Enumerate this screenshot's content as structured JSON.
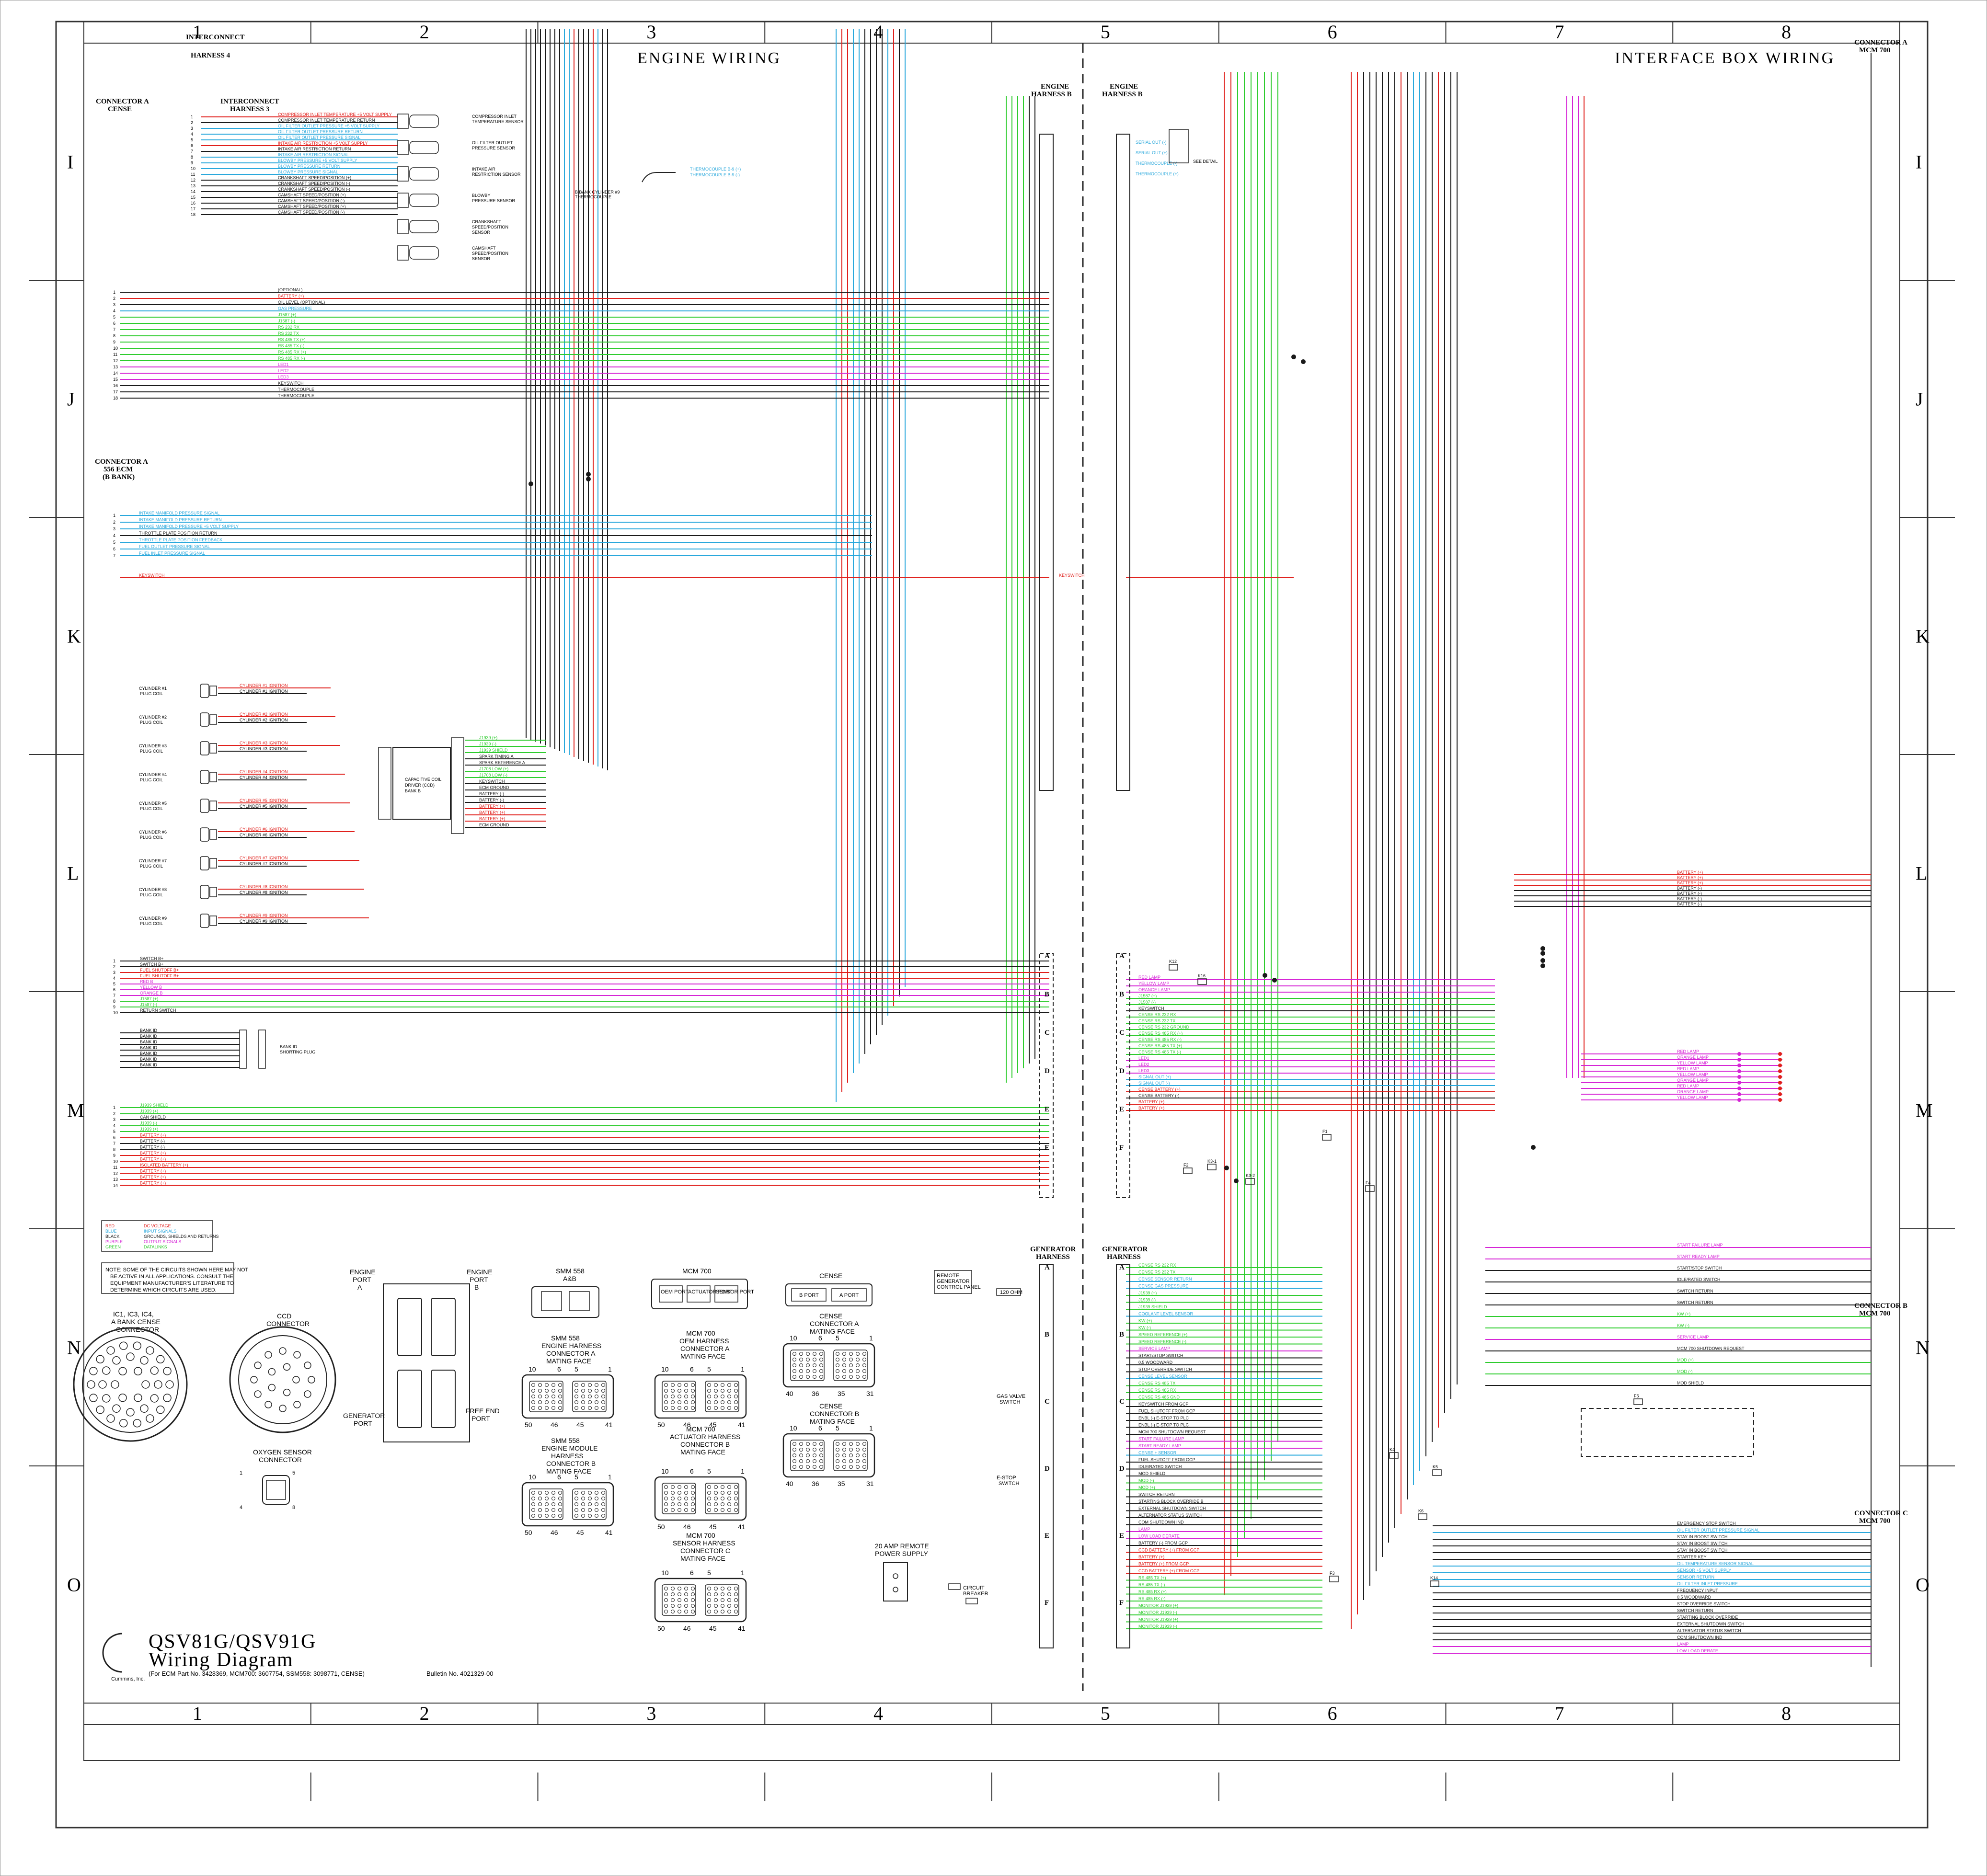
{
  "colors": {
    "red": "#e0201c",
    "blue": "#2aa8dc",
    "black": "#1a1a1a",
    "purple": "#d625d6",
    "green": "#2ecc2e",
    "frame": "#333333"
  },
  "zones": {
    "columns": [
      "1",
      "2",
      "3",
      "4",
      "5",
      "6",
      "7",
      "8"
    ],
    "rows": [
      "I",
      "J",
      "K",
      "L",
      "M",
      "N",
      "O"
    ]
  },
  "headings": {
    "engine": "ENGINE  WIRING",
    "interface": "INTERFACE BOX WIRING"
  },
  "connectors": {
    "interconnect_4_a": "INTERCONNECT",
    "interconnect_4_b": "HARNESS 4",
    "conn_a_cense": [
      "CONNECTOR A",
      "CENSE"
    ],
    "interconnect_3": [
      "INTERCONNECT",
      "HARNESS 3"
    ],
    "conn_a_556": [
      "CONNECTOR A",
      "556 ECM",
      "(B BANK)"
    ],
    "engine_harness_b_left": [
      "ENGINE",
      "HARNESS B"
    ],
    "engine_harness_b_right": [
      "ENGINE",
      "HARNESS B"
    ],
    "generator_harness_left": [
      "GENERATOR",
      "HARNESS"
    ],
    "generator_harness_right": [
      "GENERATOR",
      "HARNESS"
    ],
    "conn_a_mcm": [
      "CONNECTOR A",
      "MCM 700"
    ],
    "conn_b_mcm": [
      "CONNECTOR B",
      "MCM 700"
    ],
    "conn_c_mcm": [
      "CONNECTOR C",
      "MCM 700"
    ]
  },
  "sensors": [
    [
      "COMPRESSOR INLET",
      "TEMPERATURE SENSOR"
    ],
    [
      "OIL FILTER OUTLET",
      "PRESSURE SENSOR"
    ],
    [
      "INTAKE AIR",
      "RESTRICTION SENSOR"
    ],
    [
      "BLOWBY",
      "PRESSURE SENSOR"
    ],
    [
      "CRANKSHAFT",
      "SPEED/POSITION",
      "SENSOR"
    ],
    [
      "CAMSHAFT",
      "SPEED/POSITION",
      "SENSOR"
    ]
  ],
  "thermocouple": [
    "B BANK CYLINDER #9",
    "THERMOCOUPLE"
  ],
  "signals_interconnect3": [
    "COMPRESSOR INLET TEMPERATURE +5 VOLT SUPPLY",
    "COMPRESSOR INLET TEMPERATURE RETURN",
    "OIL FILTER OUTLET PRESSURE +5 VOLT SUPPLY",
    "OIL FILTER OUTLET PRESSURE RETURN",
    "OIL FILTER OUTLET PRESSURE SIGNAL",
    "INTAKE AIR RESTRICTION +5 VOLT SUPPLY",
    "INTAKE AIR RESTRICTION RETURN",
    "INTAKE AIR RESTRICTION SIGNAL",
    "BLOWBY PRESSURE +5 VOLT SUPPLY",
    "BLOWBY PRESSURE RETURN",
    "BLOWBY PRESSURE SIGNAL",
    "CRANKSHAFT SPEED/POSITION (+)",
    "CRANKSHAFT SPEED/POSITION (-)",
    "CRANKSHAFT SPEED/POSITION (-)",
    "CAMSHAFT SPEED/POSITION (+)",
    "CAMSHAFT SPEED/POSITION (-)",
    "CAMSHAFT SPEED/POSITION (+)",
    "CAMSHAFT SPEED/POSITION (-)"
  ],
  "signals_j_block": [
    "(OPTIONAL)",
    "BATTERY (+)",
    "OIL LEVEL (OPTIONAL)",
    "GAS PRESSURE",
    "J1587 (+)",
    "J1587 (-)",
    "RS 232 RX",
    "RS 232 TX",
    "RS 485 TX (+)",
    "RS 485 TX (-)",
    "RS 485 RX (+)",
    "RS 485 RX (-)",
    "LED1",
    "LED2",
    "LED3",
    "KEYSWITCH",
    "THERMOCOUPLE",
    "THERMOCOUPLE"
  ],
  "signals_k_block": [
    "INTAKE MANIFOLD PRESSURE SIGNAL",
    "INTAKE MANIFOLD PRESSURE RETURN",
    "INTAKE MANIFOLD PRESSURE +5 VOLT SUPPLY",
    "THROTTLE PLATE POSITION RETURN",
    "THROTTLE PLATE POSITION FEEDBACK",
    "FUEL OUTLET PRESSURE SIGNAL",
    "FUEL INLET PRESSURE SIGNAL"
  ],
  "keyswitch": "KEYSWITCH",
  "ccd": {
    "title": [
      "CAPACITIVE COIL",
      "DRIVER (CCD)",
      "BANK B"
    ],
    "right_pins": [
      "J1939 (+)",
      "J1939 (-)",
      "J1939 SHIELD",
      "SPARK TIMING A",
      "SPARK REFERENCE A",
      "J1708 LOW (+)",
      "J1708 LOW (-)",
      "KEYSWITCH",
      "ECM GROUND",
      "BATTERY (-)",
      "BATTERY (-)",
      "BATTERY (+)",
      "BATTERY (+)",
      "BATTERY (+)",
      "ECM GROUND"
    ]
  },
  "coils": [
    {
      "name": [
        "CYLINDER #1",
        "PLUG COIL"
      ],
      "sig": [
        "CYLINDER #1 IGNITION",
        "CYLINDER #1 IGNITION"
      ]
    },
    {
      "name": [
        "CYLINDER #2",
        "PLUG COIL"
      ],
      "sig": [
        "CYLINDER #2 IGNITION",
        "CYLINDER #2 IGNITION"
      ]
    },
    {
      "name": [
        "CYLINDER #3",
        "PLUG COIL"
      ],
      "sig": [
        "CYLINDER #3 IGNITION",
        "CYLINDER #3 IGNITION"
      ]
    },
    {
      "name": [
        "CYLINDER #4",
        "PLUG COIL"
      ],
      "sig": [
        "CYLINDER #4 IGNITION",
        "CYLINDER #4 IGNITION"
      ]
    },
    {
      "name": [
        "CYLINDER #5",
        "PLUG COIL"
      ],
      "sig": [
        "CYLINDER #5 IGNITION",
        "CYLINDER #5 IGNITION"
      ]
    },
    {
      "name": [
        "CYLINDER #6",
        "PLUG COIL"
      ],
      "sig": [
        "CYLINDER #6 IGNITION",
        "CYLINDER #6 IGNITION"
      ]
    },
    {
      "name": [
        "CYLINDER #7",
        "PLUG COIL"
      ],
      "sig": [
        "CYLINDER #7 IGNITION",
        "CYLINDER #7 IGNITION"
      ]
    },
    {
      "name": [
        "CYLINDER #8",
        "PLUG COIL"
      ],
      "sig": [
        "CYLINDER #8 IGNITION",
        "CYLINDER #8 IGNITION"
      ]
    },
    {
      "name": [
        "CYLINDER #9",
        "PLUG COIL"
      ],
      "sig": [
        "CYLINDER #9 IGNITION",
        "CYLINDER #9 IGNITION"
      ]
    }
  ],
  "signals_m_block": [
    "SWITCH B+",
    "SWITCH B+",
    "FUEL SHUTOFF B+",
    "FUEL SHUTOFF B+",
    "RED B",
    "YELLOW B",
    "ORANGE B",
    "J1587 (+)",
    "J1587 (-)",
    "RETURN SWITCH"
  ],
  "bank_id": {
    "pins": [
      "BANK ID",
      "BANK ID",
      "BANK ID",
      "BANK ID",
      "BANK ID",
      "BANK ID",
      "BANK ID"
    ],
    "plug": [
      "BANK ID",
      "SHORTING PLUG"
    ]
  },
  "signals_m_lower": [
    "J1939 SHIELD",
    "J1939 (+)",
    "CAN SHIELD",
    "J1939 (-)",
    "J1939 (+)",
    "BATTERY (+)",
    "BATTERY (-)",
    "BATTERY (-)",
    "BATTERY (+)",
    "BATTERY (+)",
    "ISOLATED BATTERY (+)",
    "BATTERY (+)",
    "BATTERY (+)",
    "BATTERY (+)"
  ],
  "legend": [
    {
      "color": "RED",
      "text": "DC VOLTAGE"
    },
    {
      "color": "BLUE",
      "text": "INPUT SIGNALS"
    },
    {
      "color": "BLACK",
      "text": "GROUNDS, SHIELDS AND RETURNS"
    },
    {
      "color": "PURPLE",
      "text": "OUTPUT SIGNALS"
    },
    {
      "color": "GREEN",
      "text": "DATALINKS"
    }
  ],
  "note": [
    "NOTE: SOME OF THE CIRCUITS SHOWN HERE MAY NOT",
    "BE ACTIVE IN ALL APPLICATIONS. CONSULT THE",
    "EQUIPMENT MANUFACTURER'S LITERATURE TO",
    "DETERMINE WHICH CIRCUITS ARE USED."
  ],
  "faces": {
    "ic_connector": [
      "IC1, IC3, IC4,",
      "A BANK CENSE",
      "CONNECTOR"
    ],
    "ccd_connector": [
      "CCD",
      "CONNECTOR"
    ],
    "oxygen": [
      "OXYGEN SENSOR",
      "CONNECTOR"
    ],
    "engine_port_a": [
      "ENGINE",
      "PORT",
      "A"
    ],
    "engine_port_b": [
      "ENGINE",
      "PORT",
      "B"
    ],
    "generator_port": [
      "GENERATOR",
      "PORT"
    ],
    "free_end_port": [
      "FREE END",
      "PORT"
    ],
    "smm_title": [
      "SMM 558",
      "A&B"
    ],
    "smm_a": [
      "SMM 558",
      "ENGINE HARNESS",
      "CONNECTOR A",
      "MATING FACE"
    ],
    "smm_b": [
      "SMM 558",
      "ENGINE MODULE",
      "HARNESS",
      "CONNECTOR B",
      "MATING FACE"
    ],
    "mcm_title": "MCM 700",
    "mcm_ports": [
      "OEM PORT",
      "ACTUATOR PORT",
      "SENSOR PORT"
    ],
    "mcm_a": [
      "MCM 700",
      "OEM HARNESS",
      "CONNECTOR A",
      "MATING FACE"
    ],
    "mcm_b": [
      "MCM 700",
      "ACTUATOR HARNESS",
      "CONNECTOR B",
      "MATING FACE"
    ],
    "mcm_c": [
      "MCM 700",
      "SENSOR HARNESS",
      "CONNECTOR C",
      "MATING FACE"
    ],
    "cense_title": "CENSE",
    "cense_ports": [
      "B PORT",
      "A PORT"
    ],
    "cense_a": [
      "CENSE",
      "CONNECTOR A",
      "MATING FACE"
    ],
    "cense_b": [
      "CENSE",
      "CONNECTOR B",
      "MATING FACE"
    ],
    "pin_nums": {
      "tl": "10",
      "tm": "6",
      "tm2": "5",
      "tr": "1",
      "bl": "50",
      "bm": "46",
      "bm2": "45",
      "br": "41"
    },
    "cense_pins": {
      "tl": "10",
      "tm": "6",
      "tm2": "5",
      "tr": "1",
      "bl": "40",
      "bm": "36",
      "bm2": "35",
      "br": "31"
    },
    "mcm_c_pins": {
      "tl": "10",
      "tm": "6",
      "tm2": "5",
      "tr": "1",
      "bl": "50",
      "bm": "46",
      "bm2": "45",
      "br": "41"
    }
  },
  "misc": {
    "remote_supply": [
      "20 AMP REMOTE",
      "POWER SUPPLY"
    ],
    "circuit_breaker": [
      "CIRCUIT",
      "BREAKER"
    ],
    "gas_valve": [
      "GAS VALVE",
      "SWITCH"
    ],
    "e_stop": [
      "E-STOP",
      "SWITCH"
    ],
    "ohm": "120 OHM",
    "remote_gen": [
      "REMOTE",
      "GENERATOR",
      "CONTROL PANEL"
    ]
  },
  "signals_right_l": [
    "BATTERY (+)",
    "BATTERY (+)",
    "BATTERY (+)",
    "BATTERY (-)",
    "BATTERY (-)",
    "BATTERY (-)",
    "BATTERY (-)"
  ],
  "signals_right_m": [
    "RED LAMP",
    "YELLOW LAMP",
    "ORANGE LAMP",
    "J1587 (+)",
    "J1587 (-)",
    "KEYSWITCH",
    "CENSE RS 232 RX",
    "CENSE RS 232 TX",
    "CENSE RS 232 GROUND",
    "CENSE RS 485 RX (+)",
    "CENSE RS 485 RX (-)",
    "CENSE RS 485 TX (+)",
    "CENSE RS 485 TX (-)",
    "LED1",
    "LED2",
    "LED3",
    "SIGNAL OUT (+)",
    "SIGNAL OUT (-)",
    "CENSE BATTERY (+)",
    "CENSE BATTERY (-)",
    "BATTERY (+)",
    "BATTERY (+)"
  ],
  "lamps_right": [
    "RED LAMP",
    "ORANGE LAMP",
    "YELLOW LAMP",
    "RED LAMP",
    "YELLOW LAMP",
    "ORANGE LAMP",
    "RED LAMP",
    "ORANGE LAMP",
    "YELLOW LAMP"
  ],
  "signals_right_n": [
    "START FAILURE LAMP",
    "START READY LAMP",
    "START/STOP SWITCH",
    "IDLE/RATED SWITCH",
    "SWITCH RETURN",
    "SWITCH RETURN",
    "KW (+)",
    "KW (-)",
    "SERVICE LAMP",
    "MCM 700 SHUTDOWN REQUEST",
    "MOD (+)",
    "MOD (-)",
    "MOD SHIELD"
  ],
  "signals_right_o": [
    "EMERGENCY STOP SWITCH",
    "OIL FILTER OUTLET PRESSURE SIGNAL",
    "STAY IN BOOST SWITCH",
    "STAY IN BOOST SWITCH",
    "STAY IN BOOST SWITCH",
    "STARTER KEY",
    "OIL TEMPERATURE SENSOR SIGNAL",
    "SENSOR +5 VOLT SUPPLY",
    "SENSOR RETURN",
    "OIL FILTER INLET PRESSURE",
    "FREQUENCY INPUT",
    "0.5 WOODWARD",
    "STOP OVERRIDE SWITCH",
    "SWITCH RETURN",
    "STARTING BLOCK OVERRIDE",
    "EXTERNAL SHUTDOWN SWITCH",
    "ALTERNATOR STATUS SWITCH",
    "COM SHUTDOWN IND",
    "LAMP",
    "LOW LOAD DERATE"
  ],
  "signals_gen_left": [
    "CENSE RS 232 RX",
    "CENSE RS 232 TX",
    "CENSE SENSOR RETURN",
    "CENSE GAS PRESSURE",
    "J1939 (+)",
    "J1939 (-)",
    "J1939 SHIELD",
    "COOLANT LEVEL SENSOR",
    "KW (+)",
    "KW (-)",
    "SPEED REFERENCE (+)",
    "SPEED REFERENCE (-)",
    "SERVICE LAMP",
    "START/STOP SWITCH",
    "0.5 WOODWARD",
    "STOP OVERRIDE SWITCH",
    "CENSE LEVEL SENSOR",
    "CENSE RS 485 TX",
    "CENSE RS 485 RX",
    "CENSE RS 485 GND",
    "KEYSWITCH FROM GCP",
    "FUEL SHUTOFF FROM GCP",
    "ENBL (-) E-STOP TO PLC",
    "ENBL (-) E-STOP TO PLC",
    "MCM 700 SHUTDOWN REQUEST",
    "START FAILURE LAMP",
    "START READY LAMP",
    "CENSE + SENSOR",
    "FUEL SHUTOFF FROM GCP",
    "IDLE/RATED SWITCH",
    "MOD SHIELD",
    "MOD (-)",
    "MOD (+)",
    "SWITCH RETURN",
    "STARTING BLOCK OVERRIDE B",
    "EXTERNAL SHUTDOWN SWITCH",
    "ALTERNATOR STATUS SWITCH",
    "COM SHUTDOWN IND",
    "LAMP",
    "LOW LOAD DERATE",
    "BATTERY (-) FROM GCP",
    "CCD BATTERY (+) FROM GCP",
    "BATTERY (+)",
    "BATTERY (+) FROM GCP",
    "CCD BATTERY (+) FROM GCP",
    "RS 485 TX (+)",
    "RS 485 TX (-)",
    "RS 485 RX (+)",
    "RS 485 RX (-)",
    "MONITOR J1939 (+)",
    "MONITOR J1939 (-)",
    "MONITOR J1939 (+)",
    "MONITOR J1939 (-)"
  ],
  "pin_letters": [
    "A",
    "B",
    "C",
    "D",
    "E",
    "F"
  ],
  "title_block": {
    "title1": "QSV81G/QSV91G",
    "title2": "Wiring Diagram",
    "parts": "(For ECM Part No. 3428369, MCM700: 3607754, SSM558: 3098771, CENSE)",
    "bulletin": "Bulletin No. 4021329-00",
    "company": "Cummins, Inc."
  },
  "relays": [
    "K12",
    "K16",
    "K3-1",
    "K3-2",
    "K4",
    "K5",
    "K6",
    "K14",
    "F1",
    "F2",
    "F3",
    "F4",
    "F5"
  ],
  "see_detail": "SEE DETAIL",
  "sensor_labels_top": [
    "SERIAL OUT (-)",
    "SERIAL OUT (+)",
    "THERMOCOUPLE (-)",
    "THERMOCOUPLE (+)",
    "THERMOCOUPLE B-9 (+)",
    "THERMOCOUPLE B-9 (-)"
  ]
}
